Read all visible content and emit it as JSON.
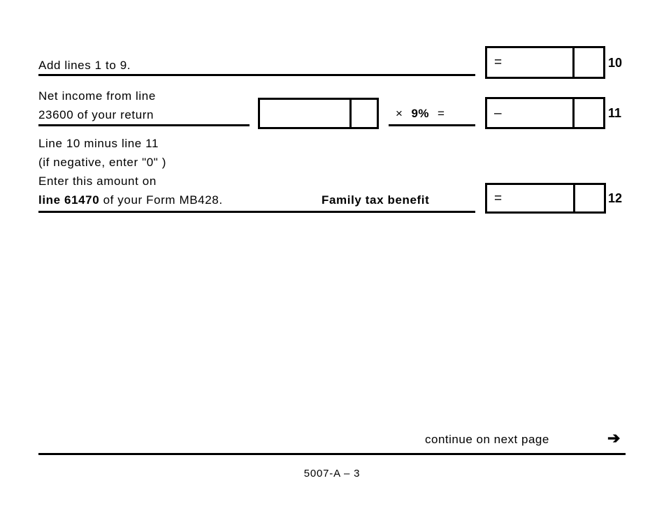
{
  "form": {
    "rows": [
      {
        "id": "row-10",
        "text_lines": [
          "Add lines 1 to 9."
        ],
        "sign": "=",
        "line_number": "10"
      },
      {
        "id": "row-11",
        "text_lines": [
          "Net income from line",
          "23600 of your return"
        ],
        "operator_multiply": "×",
        "operator_percent": "9%",
        "operator_equals": "=",
        "sign": "–",
        "line_number": "11"
      },
      {
        "id": "row-12",
        "text_lines": [
          "Line 10 minus line 11",
          "(if negative, enter \"0\" )",
          "Enter this amount on"
        ],
        "bold_line_prefix": "line 61470",
        "bold_line_rest": " of your Form MB428.",
        "caption": "Family tax benefit",
        "sign": "=",
        "line_number": "12"
      }
    ]
  },
  "footer": {
    "continue_text": "continue on next page",
    "arrow_icon": "➔",
    "form_id": "5007-A – 3"
  }
}
